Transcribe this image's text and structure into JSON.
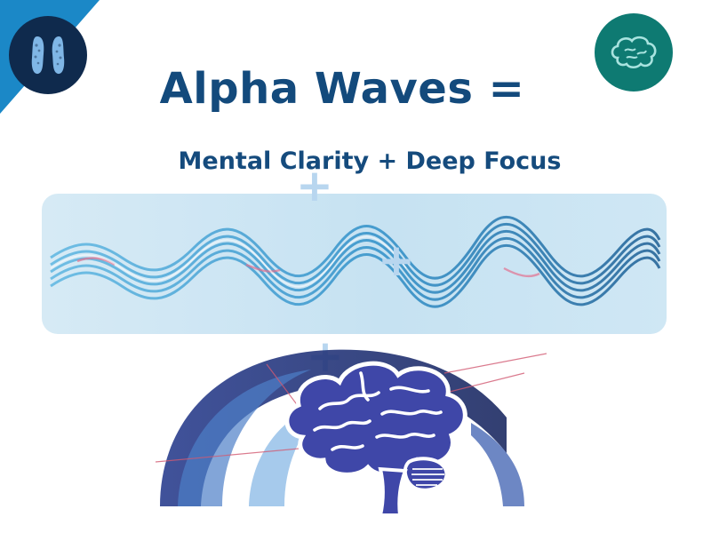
{
  "header": {
    "title": "Alpha Waves =",
    "subtitle": "Mental Clarity + Deep Focus"
  },
  "badges": {
    "left_icon": "footprints-icon",
    "right_icon": "brain-icon"
  },
  "decor": {
    "plus_glyph": "+",
    "wave_icon": "brainwave-icon",
    "illustration_icon": "brain-illustration"
  },
  "colors": {
    "title": "#134a7c",
    "badge_left": "#0f2a4d",
    "badge_right": "#0e7a72",
    "wave_panel": "#c6e2f2",
    "accent_pink": "#e2708f"
  }
}
